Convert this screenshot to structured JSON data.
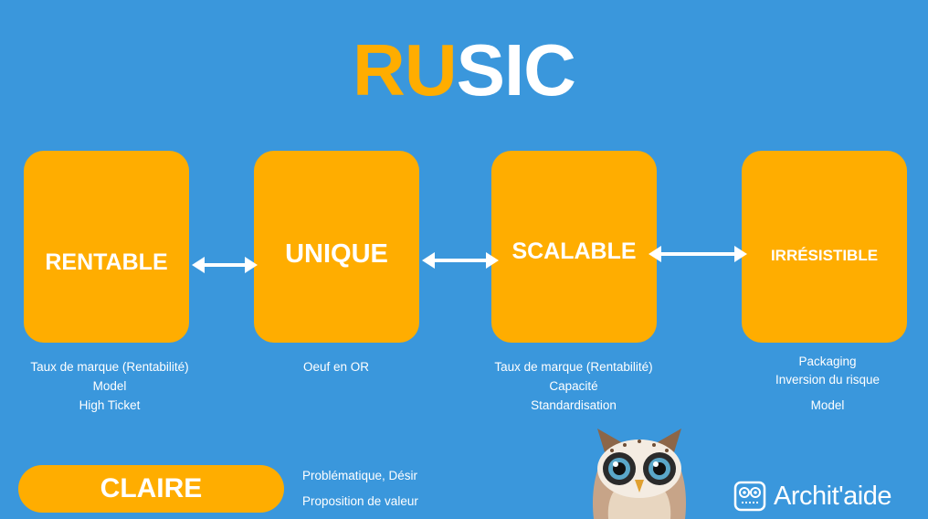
{
  "title": {
    "accent": "RU",
    "rest": "SIC"
  },
  "pillars": [
    {
      "label": "RENTABLE",
      "details": [
        "Taux de marque (Rentabilité)",
        "Model",
        "High Ticket"
      ]
    },
    {
      "label": "UNIQUE",
      "details": [
        "Oeuf en OR"
      ]
    },
    {
      "label": "SCALABLE",
      "details": [
        "Taux de marque (Rentabilité)",
        "Capacité",
        "Standardisation"
      ]
    },
    {
      "label": "IRRÉSISTIBLE",
      "details": [
        "Packaging",
        "Inversion du risque",
        "",
        "Model"
      ]
    }
  ],
  "footer": {
    "pill_label": "CLAIRE",
    "notes": [
      "Problématique, Désir",
      "Proposition de valeur"
    ],
    "brand": "Archit'aide"
  },
  "colors": {
    "background": "#3a97dc",
    "accent": "#ffad00",
    "text": "#ffffff"
  },
  "icons": [
    "double-arrow-icon",
    "owl-mascot",
    "owl-logo-icon"
  ]
}
